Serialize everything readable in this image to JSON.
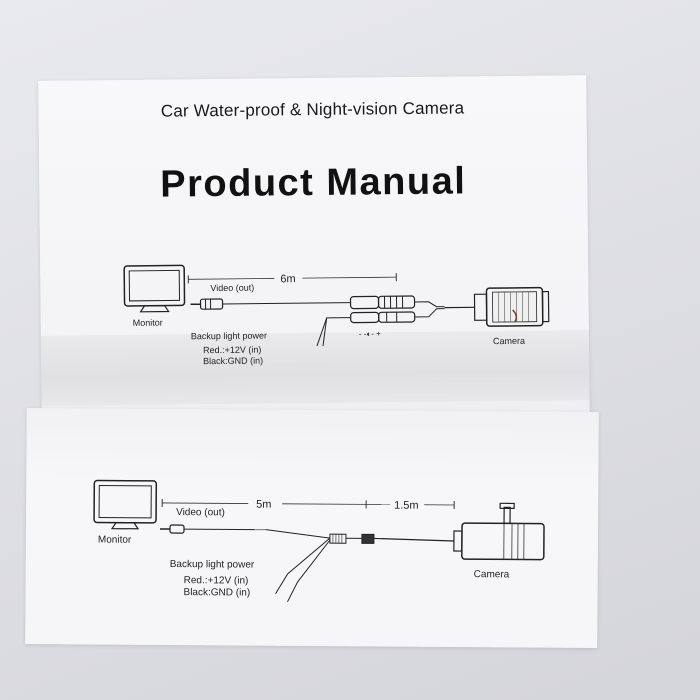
{
  "manual": {
    "subtitle": "Car Water-proof & Night-vision Camera",
    "title": "Product Manual"
  },
  "diagram_top": {
    "monitor_label": "Monitor",
    "video_label": "Video (out)",
    "cable_length": "6m",
    "power_label": "Backup light power",
    "red_label": "Red.:+12V (in)",
    "black_label": "Black:GND (in)",
    "camera_label": "Camera",
    "polarity_symbol": "- -◐- +"
  },
  "diagram_bottom": {
    "monitor_label": "Monitor",
    "video_label": "Video (out)",
    "cable_length_a": "5m",
    "cable_length_b": "1.5m",
    "power_label": "Backup light power",
    "red_label": "Red.:+12V (in)",
    "black_label": "Black:GND (in)",
    "camera_label": "Camera"
  }
}
